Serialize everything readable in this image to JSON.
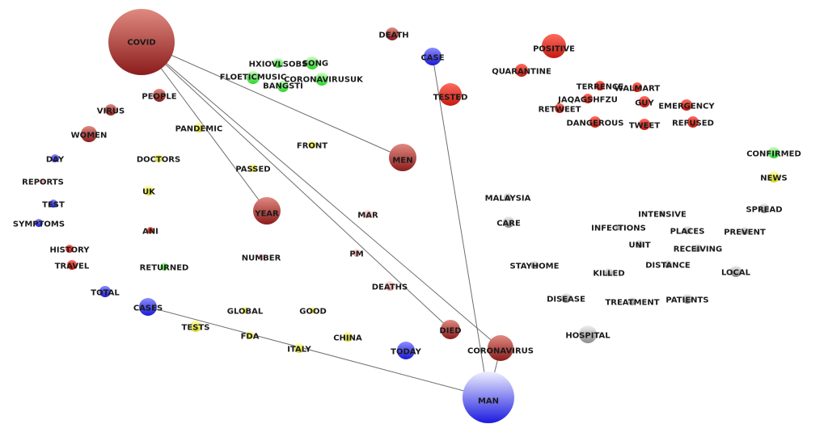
{
  "palette": {
    "red": [
      "#ff6b5e",
      "#c41a10"
    ],
    "maroon": [
      "#e08a80",
      "#8a1c1c"
    ],
    "green": [
      "#c8ffc0",
      "#28d428"
    ],
    "blue": [
      "#8c8cff",
      "#1a1ad8"
    ],
    "yellow": [
      "#ffffb0",
      "#d8d820"
    ],
    "grey": [
      "#f0f0f0",
      "#8a8a8a"
    ],
    "pink": [
      "#ffe0e0",
      "#e8a0a0"
    ],
    "lightblue": [
      "#f0f0ff",
      "#1a1ae0"
    ]
  },
  "nodes": [
    {
      "id": "covid",
      "label": "COVID",
      "color": "maroon"
    },
    {
      "id": "death",
      "label": "DEATH",
      "color": "maroon"
    },
    {
      "id": "case",
      "label": "CASE",
      "color": "blue"
    },
    {
      "id": "positive",
      "label": "POSITIVE",
      "color": "red"
    },
    {
      "id": "quarantine",
      "label": "QUARANTINE",
      "color": "red"
    },
    {
      "id": "hxiovlsobs",
      "label": "HXIOVLSOBS",
      "color": "green"
    },
    {
      "id": "song",
      "label": "SONG",
      "color": "green"
    },
    {
      "id": "floeticmusic",
      "label": "FLOETICMUSIC",
      "color": "green"
    },
    {
      "id": "coronavirusuk",
      "label": "CORONAVIRUSUK",
      "color": "green"
    },
    {
      "id": "bangsti",
      "label": "BANGSTI",
      "color": "green"
    },
    {
      "id": "tested",
      "label": "TESTED",
      "color": "red"
    },
    {
      "id": "terrence",
      "label": "TERRENCE",
      "color": "red"
    },
    {
      "id": "walmart",
      "label": "WALMART",
      "color": "red"
    },
    {
      "id": "jaqagshfzu",
      "label": "JAQAGSHFZU",
      "color": "red"
    },
    {
      "id": "guy",
      "label": "GUY",
      "color": "red"
    },
    {
      "id": "emergency",
      "label": "EMERGENCY",
      "color": "red"
    },
    {
      "id": "retweet",
      "label": "RETWEET",
      "color": "red"
    },
    {
      "id": "dangerous",
      "label": "DANGEROUS",
      "color": "red"
    },
    {
      "id": "tweet",
      "label": "TWEET",
      "color": "red"
    },
    {
      "id": "refused",
      "label": "REFUSED",
      "color": "red"
    },
    {
      "id": "people",
      "label": "PEOPLE",
      "color": "maroon"
    },
    {
      "id": "virus",
      "label": "VIRUS",
      "color": "maroon"
    },
    {
      "id": "pandemic",
      "label": "PANDEMIC",
      "color": "yellow"
    },
    {
      "id": "women",
      "label": "WOMEN",
      "color": "maroon"
    },
    {
      "id": "front",
      "label": "FRONT",
      "color": "yellow"
    },
    {
      "id": "men",
      "label": "MEN",
      "color": "maroon"
    },
    {
      "id": "confirmed",
      "label": "CONFIRMED",
      "color": "green"
    },
    {
      "id": "day",
      "label": "DAY",
      "color": "blue"
    },
    {
      "id": "doctors",
      "label": "DOCTORS",
      "color": "yellow"
    },
    {
      "id": "passed",
      "label": "PASSED",
      "color": "yellow"
    },
    {
      "id": "news",
      "label": "NEWS",
      "color": "yellow"
    },
    {
      "id": "reports",
      "label": "REPORTS",
      "color": "pink"
    },
    {
      "id": "uk",
      "label": "UK",
      "color": "yellow"
    },
    {
      "id": "test",
      "label": "TEST",
      "color": "blue"
    },
    {
      "id": "malaysia",
      "label": "MALAYSIA",
      "color": "grey"
    },
    {
      "id": "spread",
      "label": "SPREAD",
      "color": "grey"
    },
    {
      "id": "year",
      "label": "YEAR",
      "color": "maroon"
    },
    {
      "id": "mar",
      "label": "MAR",
      "color": "pink"
    },
    {
      "id": "intensive",
      "label": "INTENSIVE",
      "color": "grey"
    },
    {
      "id": "symptoms",
      "label": "SYMPTOMS",
      "color": "blue"
    },
    {
      "id": "care",
      "label": "CARE",
      "color": "grey"
    },
    {
      "id": "infections",
      "label": "INFECTIONS",
      "color": "grey"
    },
    {
      "id": "places",
      "label": "PLACES",
      "color": "grey"
    },
    {
      "id": "prevent",
      "label": "PREVENT",
      "color": "grey"
    },
    {
      "id": "ani",
      "label": "ANI",
      "color": "red"
    },
    {
      "id": "unit",
      "label": "UNIT",
      "color": "grey"
    },
    {
      "id": "receiving",
      "label": "RECEIVING",
      "color": "grey"
    },
    {
      "id": "history",
      "label": "HISTORY",
      "color": "red"
    },
    {
      "id": "pm",
      "label": "PM",
      "color": "pink"
    },
    {
      "id": "number",
      "label": "NUMBER",
      "color": "pink"
    },
    {
      "id": "distance",
      "label": "DISTANCE",
      "color": "grey"
    },
    {
      "id": "travel",
      "label": "TRAVEL",
      "color": "red"
    },
    {
      "id": "returned",
      "label": "RETURNED",
      "color": "green"
    },
    {
      "id": "stayhome",
      "label": "STAYHOME",
      "color": "grey"
    },
    {
      "id": "killed",
      "label": "KILLED",
      "color": "grey"
    },
    {
      "id": "local",
      "label": "LOCAL",
      "color": "grey"
    },
    {
      "id": "deaths",
      "label": "DEATHS",
      "color": "pink"
    },
    {
      "id": "total",
      "label": "TOTAL",
      "color": "blue"
    },
    {
      "id": "disease",
      "label": "DISEASE",
      "color": "grey"
    },
    {
      "id": "treatment",
      "label": "TREATMENT",
      "color": "grey"
    },
    {
      "id": "patients",
      "label": "PATIENTS",
      "color": "grey"
    },
    {
      "id": "cases",
      "label": "CASES",
      "color": "blue"
    },
    {
      "id": "global",
      "label": "GLOBAL",
      "color": "yellow"
    },
    {
      "id": "good",
      "label": "GOOD",
      "color": "yellow"
    },
    {
      "id": "tests",
      "label": "TESTS",
      "color": "yellow"
    },
    {
      "id": "fda",
      "label": "FDA",
      "color": "yellow"
    },
    {
      "id": "died",
      "label": "DIED",
      "color": "maroon"
    },
    {
      "id": "hospital",
      "label": "HOSPITAL",
      "color": "grey"
    },
    {
      "id": "china",
      "label": "CHINA",
      "color": "yellow"
    },
    {
      "id": "italy",
      "label": "ITALY",
      "color": "yellow"
    },
    {
      "id": "today",
      "label": "TODAY",
      "color": "blue"
    },
    {
      "id": "coronavirus",
      "label": "CORONAVIRUS",
      "color": "maroon"
    },
    {
      "id": "man",
      "label": "MAN",
      "color": "lightblue"
    }
  ],
  "edges": [
    [
      "covid",
      "men"
    ],
    [
      "covid",
      "year"
    ],
    [
      "covid",
      "died"
    ],
    [
      "covid",
      "coronavirus"
    ],
    [
      "case",
      "man"
    ],
    [
      "cases",
      "man"
    ],
    [
      "coronavirus",
      "man"
    ]
  ]
}
